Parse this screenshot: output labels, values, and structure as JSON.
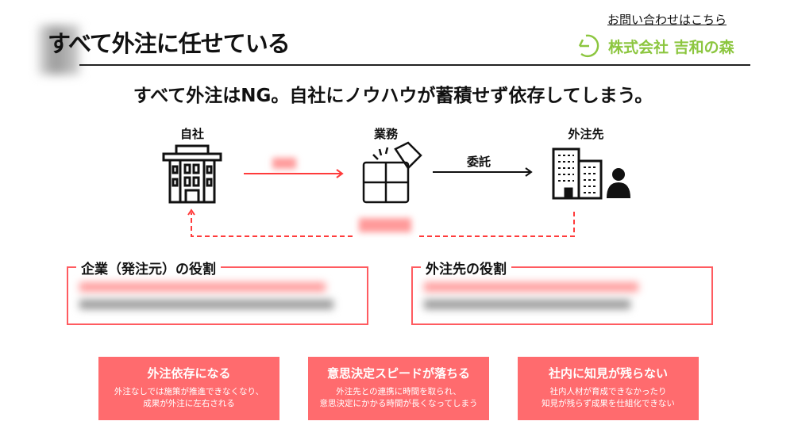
{
  "header": {
    "contact_link": "お問い合わせはこちら",
    "title": "すべて外注に任せている",
    "company": "株式会社 吉和の森",
    "logo_color": "#8cc63f"
  },
  "subtitle": "すべて外注はNG。自社にノウハウが蓄積せず依存してしまう。",
  "diagram": {
    "own_company": "自社",
    "work": "業務",
    "outsource": "外注先",
    "delegate": "委託"
  },
  "roles": [
    {
      "title": "企業（発注元）の役割"
    },
    {
      "title": "外注先の役割"
    }
  ],
  "cards": [
    {
      "title": "外注依存になる",
      "lines": [
        "外注なしでは施策が推進できなくなり、",
        "成果が外注に左右される"
      ]
    },
    {
      "title": "意思決定スピードが落ちる",
      "lines": [
        "外注先との連携に時間を取られ、",
        "意思決定にかかる時間が長くなってしまう"
      ]
    },
    {
      "title": "社内に知見が残らない",
      "lines": [
        "社内人材が育成できなかったり",
        "知見が残らず成果を仕組化できない"
      ]
    }
  ],
  "colors": {
    "accent": "#ff5b60",
    "card": "#ff6b6e"
  }
}
